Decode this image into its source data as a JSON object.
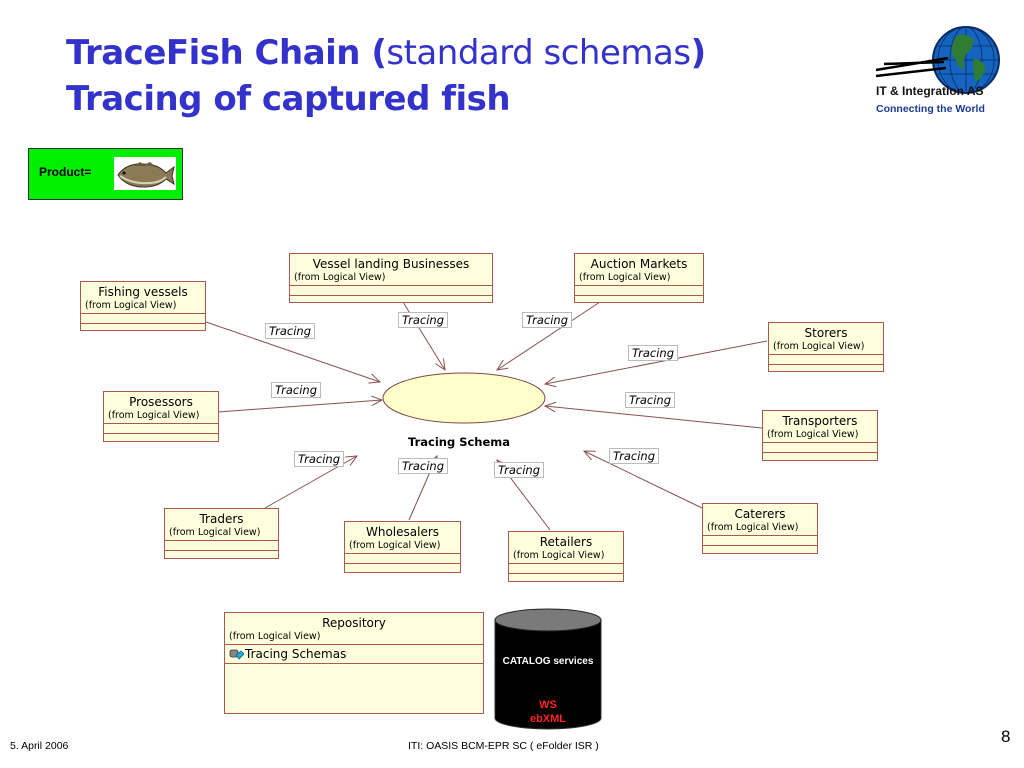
{
  "slide": {
    "title_bold": "TraceFish Chain (",
    "title_normal": "standard schemas",
    "title_close": ")",
    "title_line2": "Tracing of captured fish"
  },
  "logo": {
    "company": "IT & Integration AS",
    "tagline": "Connecting the World"
  },
  "product": {
    "label": "Product="
  },
  "classes": {
    "fishing_vessels": {
      "name": "Fishing vessels",
      "from": "(from Logical View)"
    },
    "vessel_landing": {
      "name": "Vessel landing Businesses",
      "from": "(from Logical View)"
    },
    "auction_markets": {
      "name": "Auction Markets",
      "from": "(from Logical View)"
    },
    "storers": {
      "name": "Storers",
      "from": "(from Logical View)"
    },
    "prosessors": {
      "name": "Prosessors",
      "from": "(from Logical View)"
    },
    "transporters": {
      "name": "Transporters",
      "from": "(from Logical View)"
    },
    "traders": {
      "name": "Traders",
      "from": "(from Logical View)"
    },
    "wholesalers": {
      "name": "Wholesalers",
      "from": "(from Logical View)"
    },
    "retailers": {
      "name": "Retailers",
      "from": "(from Logical View)"
    },
    "caterers": {
      "name": "Caterers",
      "from": "(from Logical View)"
    }
  },
  "relation_label": "Tracing",
  "schema": {
    "label": "Tracing Schema"
  },
  "repository": {
    "name": "Repository",
    "from": "(from Logical View)",
    "operation": "Tracing Schemas"
  },
  "catalog": {
    "title": "CATALOG services",
    "line1": "WS",
    "line2": "ebXML"
  },
  "colors": {
    "title": "#3333cc",
    "product_bg": "#00ee00",
    "class_fill": "#ffffdd",
    "class_border": "#a85a50",
    "ellipse_fill": "#ffffcc",
    "db_fill": "#000000"
  },
  "footer": {
    "date": "5. April 2006",
    "center": "ITI: OASIS BCM-EPR SC ( eFolder ISR )",
    "page": "8"
  }
}
